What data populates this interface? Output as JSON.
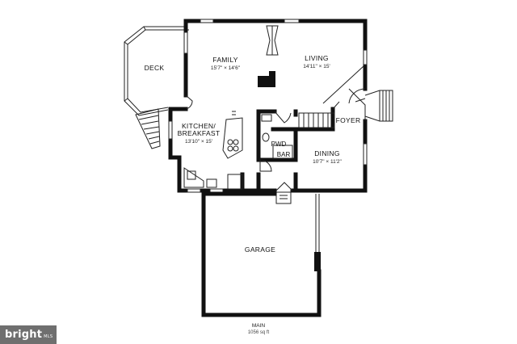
{
  "rooms": {
    "deck": {
      "name": "DECK"
    },
    "family": {
      "name": "FAMILY",
      "dims": "15'7\" × 14'6\""
    },
    "living": {
      "name": "LIVING",
      "dims": "14'11\" × 15'"
    },
    "kitchen": {
      "name_line1": "KITCHEN/",
      "name_line2": "BREAKFAST",
      "dims": "13'10\" × 15'"
    },
    "pwd": {
      "name": "PWD"
    },
    "bar": {
      "name": "BAR"
    },
    "foyer": {
      "name": "FOYER"
    },
    "dining": {
      "name": "DINING",
      "dims": "10'7\" × 11'2\""
    },
    "garage": {
      "name": "GARAGE"
    }
  },
  "footer": {
    "level": "MAIN",
    "area": "1056 sq ft"
  },
  "logo": {
    "brand": "bright",
    "suffix": "MLS"
  },
  "colors": {
    "wall": "#111111",
    "logo_bg": "#6f6f6f"
  }
}
